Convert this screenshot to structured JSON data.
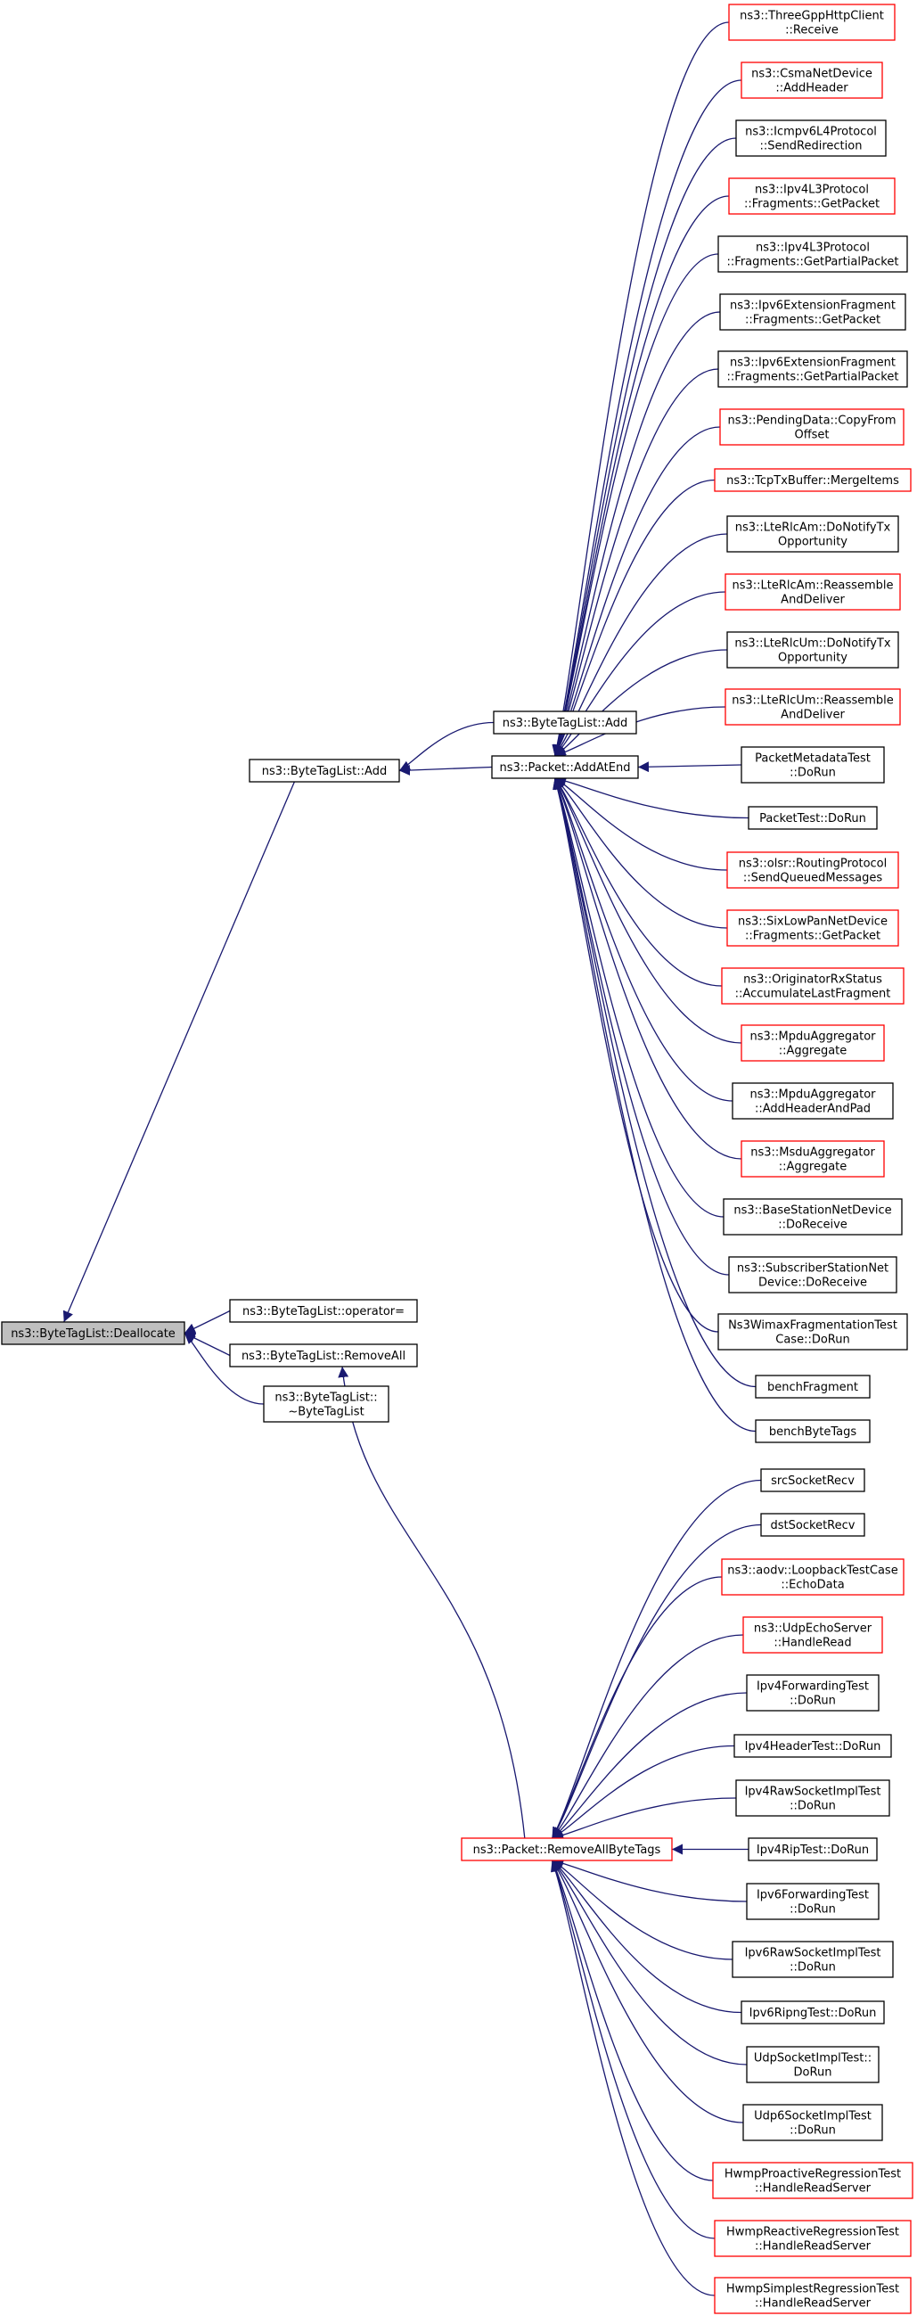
{
  "colors": {
    "edge": "#191970",
    "border_default": "#000000",
    "border_truncated": "#ff0000",
    "focus_fill": "#bfbfbf",
    "node_fill": "#ffffff"
  },
  "nodes": [
    {
      "id": "dealloc",
      "lines": [
        "ns3::ByteTagList::Deallocate"
      ],
      "style": "focus"
    },
    {
      "id": "btlAdd1",
      "lines": [
        "ns3::ByteTagList::Add"
      ],
      "style": "black"
    },
    {
      "id": "btlOp",
      "lines": [
        "ns3::ByteTagList::operator="
      ],
      "style": "black"
    },
    {
      "id": "btlRem",
      "lines": [
        "ns3::ByteTagList::RemoveAll"
      ],
      "style": "black"
    },
    {
      "id": "btlDtor",
      "lines": [
        "ns3::ByteTagList::",
        "~ByteTagList"
      ],
      "style": "black"
    },
    {
      "id": "btlAdd2",
      "lines": [
        "ns3::ByteTagList::Add"
      ],
      "style": "black"
    },
    {
      "id": "pktAdd",
      "lines": [
        "ns3::Packet::AddAtEnd"
      ],
      "style": "black"
    },
    {
      "id": "pktRem",
      "lines": [
        "ns3::Packet::RemoveAllByteTags"
      ],
      "style": "red"
    },
    {
      "id": "a1",
      "lines": [
        "ns3::ThreeGppHttpClient",
        "::Receive"
      ],
      "style": "red"
    },
    {
      "id": "a2",
      "lines": [
        "ns3::CsmaNetDevice",
        "::AddHeader"
      ],
      "style": "red"
    },
    {
      "id": "a3",
      "lines": [
        "ns3::Icmpv6L4Protocol",
        "::SendRedirection"
      ],
      "style": "black"
    },
    {
      "id": "a4",
      "lines": [
        "ns3::Ipv4L3Protocol",
        "::Fragments::GetPacket"
      ],
      "style": "red"
    },
    {
      "id": "a5",
      "lines": [
        "ns3::Ipv4L3Protocol",
        "::Fragments::GetPartialPacket"
      ],
      "style": "black"
    },
    {
      "id": "a6",
      "lines": [
        "ns3::Ipv6ExtensionFragment",
        "::Fragments::GetPacket"
      ],
      "style": "black"
    },
    {
      "id": "a7",
      "lines": [
        "ns3::Ipv6ExtensionFragment",
        "::Fragments::GetPartialPacket"
      ],
      "style": "black"
    },
    {
      "id": "a8",
      "lines": [
        "ns3::PendingData::CopyFrom",
        "Offset"
      ],
      "style": "red"
    },
    {
      "id": "a9",
      "lines": [
        "ns3::TcpTxBuffer::MergeItems"
      ],
      "style": "red"
    },
    {
      "id": "a10",
      "lines": [
        "ns3::LteRlcAm::DoNotifyTx",
        "Opportunity"
      ],
      "style": "black"
    },
    {
      "id": "a11",
      "lines": [
        "ns3::LteRlcAm::Reassemble",
        "AndDeliver"
      ],
      "style": "red"
    },
    {
      "id": "a12",
      "lines": [
        "ns3::LteRlcUm::DoNotifyTx",
        "Opportunity"
      ],
      "style": "black"
    },
    {
      "id": "a13",
      "lines": [
        "ns3::LteRlcUm::Reassemble",
        "AndDeliver"
      ],
      "style": "red"
    },
    {
      "id": "a14",
      "lines": [
        "PacketMetadataTest",
        "::DoRun"
      ],
      "style": "black"
    },
    {
      "id": "a15",
      "lines": [
        "PacketTest::DoRun"
      ],
      "style": "black"
    },
    {
      "id": "a16",
      "lines": [
        "ns3::olsr::RoutingProtocol",
        "::SendQueuedMessages"
      ],
      "style": "red"
    },
    {
      "id": "a17",
      "lines": [
        "ns3::SixLowPanNetDevice",
        "::Fragments::GetPacket"
      ],
      "style": "red"
    },
    {
      "id": "a18",
      "lines": [
        "ns3::OriginatorRxStatus",
        "::AccumulateLastFragment"
      ],
      "style": "red"
    },
    {
      "id": "a19",
      "lines": [
        "ns3::MpduAggregator",
        "::Aggregate"
      ],
      "style": "red"
    },
    {
      "id": "a20",
      "lines": [
        "ns3::MpduAggregator",
        "::AddHeaderAndPad"
      ],
      "style": "black"
    },
    {
      "id": "a21",
      "lines": [
        "ns3::MsduAggregator",
        "::Aggregate"
      ],
      "style": "red"
    },
    {
      "id": "a22",
      "lines": [
        "ns3::BaseStationNetDevice",
        "::DoReceive"
      ],
      "style": "black"
    },
    {
      "id": "a23",
      "lines": [
        "ns3::SubscriberStationNet",
        "Device::DoReceive"
      ],
      "style": "black"
    },
    {
      "id": "a24",
      "lines": [
        "Ns3WimaxFragmentationTest",
        "Case::DoRun"
      ],
      "style": "black"
    },
    {
      "id": "a25",
      "lines": [
        "benchFragment"
      ],
      "style": "black"
    },
    {
      "id": "a26",
      "lines": [
        "benchByteTags"
      ],
      "style": "black"
    },
    {
      "id": "b1",
      "lines": [
        "srcSocketRecv"
      ],
      "style": "black"
    },
    {
      "id": "b2",
      "lines": [
        "dstSocketRecv"
      ],
      "style": "black"
    },
    {
      "id": "b3",
      "lines": [
        "ns3::aodv::LoopbackTestCase",
        "::EchoData"
      ],
      "style": "red"
    },
    {
      "id": "b4",
      "lines": [
        "ns3::UdpEchoServer",
        "::HandleRead"
      ],
      "style": "red"
    },
    {
      "id": "b5",
      "lines": [
        "Ipv4ForwardingTest",
        "::DoRun"
      ],
      "style": "black"
    },
    {
      "id": "b6",
      "lines": [
        "Ipv4HeaderTest::DoRun"
      ],
      "style": "black"
    },
    {
      "id": "b7",
      "lines": [
        "Ipv4RawSocketImplTest",
        "::DoRun"
      ],
      "style": "black"
    },
    {
      "id": "b8",
      "lines": [
        "Ipv4RipTest::DoRun"
      ],
      "style": "black"
    },
    {
      "id": "b9",
      "lines": [
        "Ipv6ForwardingTest",
        "::DoRun"
      ],
      "style": "black"
    },
    {
      "id": "b10",
      "lines": [
        "Ipv6RawSocketImplTest",
        "::DoRun"
      ],
      "style": "black"
    },
    {
      "id": "b11",
      "lines": [
        "Ipv6RipngTest::DoRun"
      ],
      "style": "black"
    },
    {
      "id": "b12",
      "lines": [
        "UdpSocketImplTest::",
        "DoRun"
      ],
      "style": "black"
    },
    {
      "id": "b13",
      "lines": [
        "Udp6SocketImplTest",
        "::DoRun"
      ],
      "style": "black"
    },
    {
      "id": "b14",
      "lines": [
        "HwmpProactiveRegressionTest",
        "::HandleReadServer"
      ],
      "style": "red"
    },
    {
      "id": "b15",
      "lines": [
        "HwmpReactiveRegressionTest",
        "::HandleReadServer"
      ],
      "style": "red"
    },
    {
      "id": "b16",
      "lines": [
        "HwmpSimplestRegressionTest",
        "::HandleReadServer"
      ],
      "style": "red"
    }
  ],
  "edges": [
    [
      "btlAdd1",
      "dealloc"
    ],
    [
      "btlOp",
      "dealloc"
    ],
    [
      "btlRem",
      "dealloc"
    ],
    [
      "btlDtor",
      "dealloc"
    ],
    [
      "btlAdd2",
      "btlAdd1"
    ],
    [
      "pktAdd",
      "btlAdd1"
    ],
    [
      "pktRem",
      "btlRem"
    ],
    [
      "a1",
      "pktAdd"
    ],
    [
      "a2",
      "pktAdd"
    ],
    [
      "a3",
      "pktAdd"
    ],
    [
      "a4",
      "pktAdd"
    ],
    [
      "a5",
      "pktAdd"
    ],
    [
      "a6",
      "pktAdd"
    ],
    [
      "a7",
      "pktAdd"
    ],
    [
      "a8",
      "pktAdd"
    ],
    [
      "a9",
      "pktAdd"
    ],
    [
      "a10",
      "pktAdd"
    ],
    [
      "a11",
      "pktAdd"
    ],
    [
      "a12",
      "pktAdd"
    ],
    [
      "a13",
      "pktAdd"
    ],
    [
      "a14",
      "pktAdd"
    ],
    [
      "a15",
      "pktAdd"
    ],
    [
      "a16",
      "pktAdd"
    ],
    [
      "a17",
      "pktAdd"
    ],
    [
      "a18",
      "pktAdd"
    ],
    [
      "a19",
      "pktAdd"
    ],
    [
      "a20",
      "pktAdd"
    ],
    [
      "a21",
      "pktAdd"
    ],
    [
      "a22",
      "pktAdd"
    ],
    [
      "a23",
      "pktAdd"
    ],
    [
      "a24",
      "pktAdd"
    ],
    [
      "a25",
      "pktAdd"
    ],
    [
      "a26",
      "pktAdd"
    ],
    [
      "b1",
      "pktRem"
    ],
    [
      "b2",
      "pktRem"
    ],
    [
      "b3",
      "pktRem"
    ],
    [
      "b4",
      "pktRem"
    ],
    [
      "b5",
      "pktRem"
    ],
    [
      "b6",
      "pktRem"
    ],
    [
      "b7",
      "pktRem"
    ],
    [
      "b8",
      "pktRem"
    ],
    [
      "b9",
      "pktRem"
    ],
    [
      "b10",
      "pktRem"
    ],
    [
      "b11",
      "pktRem"
    ],
    [
      "b12",
      "pktRem"
    ],
    [
      "b13",
      "pktRem"
    ],
    [
      "b14",
      "pktRem"
    ],
    [
      "b15",
      "pktRem"
    ],
    [
      "b16",
      "pktRem"
    ]
  ]
}
